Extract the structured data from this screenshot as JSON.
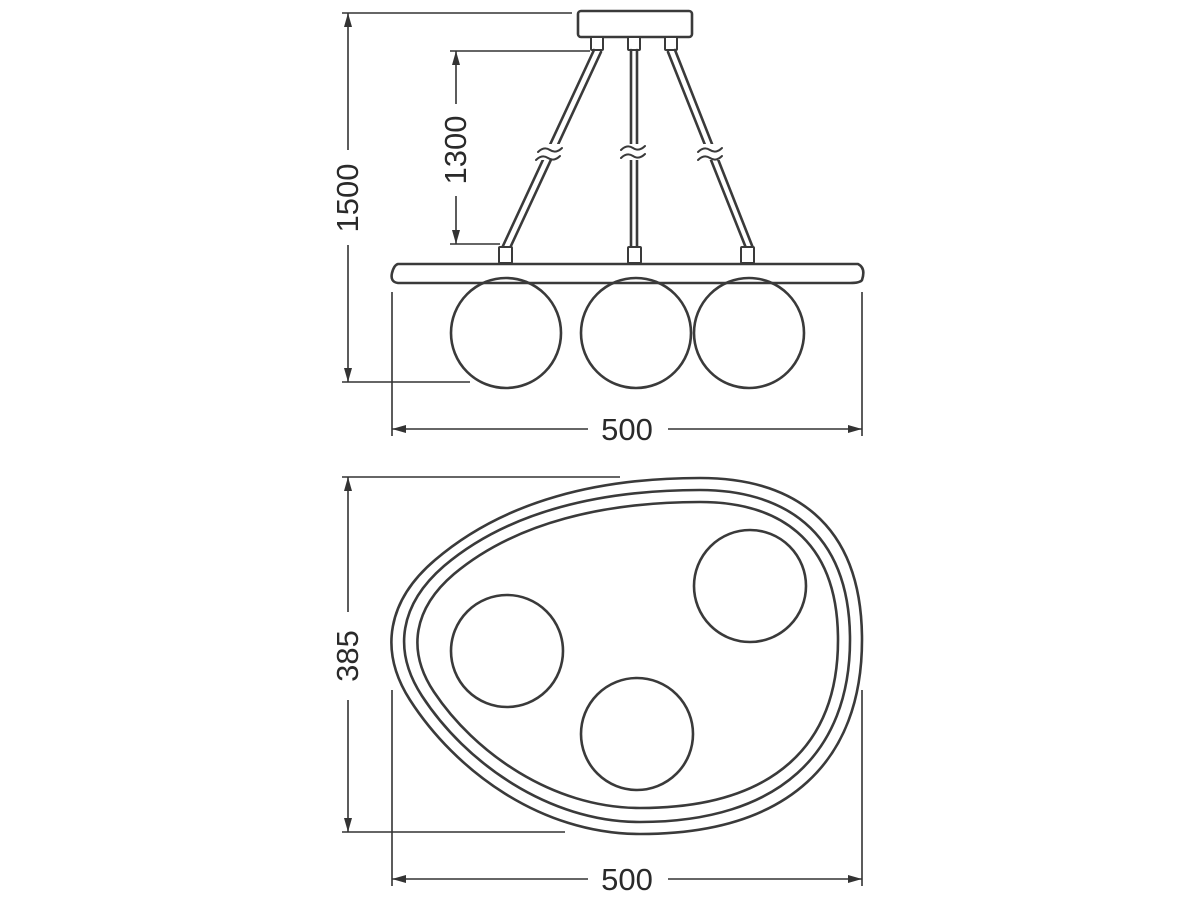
{
  "drawing": {
    "side_view": {
      "dim_total_height": "1500",
      "dim_cable_length": "1300",
      "dim_width": "500"
    },
    "top_view": {
      "dim_depth": "385",
      "dim_width": "500"
    }
  }
}
